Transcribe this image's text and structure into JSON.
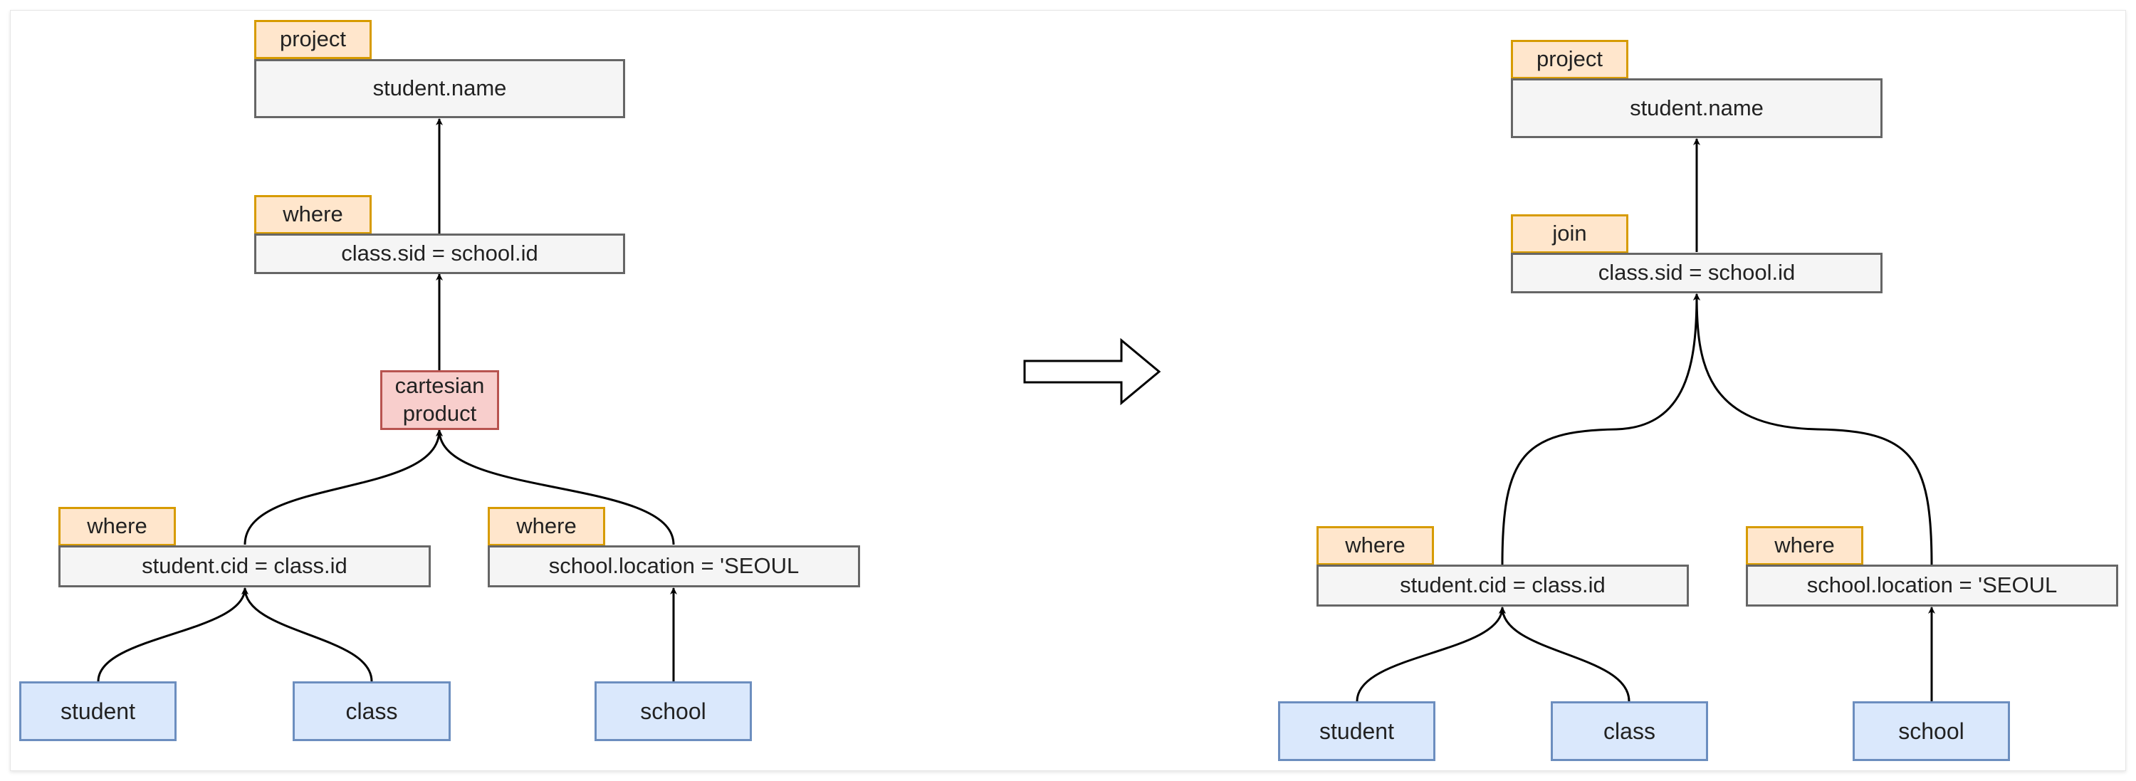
{
  "colors": {
    "tag_fill": "#ffe6cc",
    "tag_stroke": "#d79b00",
    "op_fill": "#f5f5f5",
    "op_stroke": "#666666",
    "table_fill": "#dae8fc",
    "table_stroke": "#6c8ebf",
    "product_fill": "#f8cecc",
    "product_stroke": "#b85450",
    "edge": "#000000"
  },
  "left_plan": {
    "project_tag": "project",
    "project_cols": "student.name",
    "where_tag": "where",
    "where_cond": "class.sid = school.id",
    "product_label": "cartesian product",
    "left_where_tag": "where",
    "left_where_cond": "student.cid = class.id",
    "right_where_tag": "where",
    "right_where_cond": "school.location = 'SEOUL",
    "table_student": "student",
    "table_class": "class",
    "table_school": "school"
  },
  "right_plan": {
    "project_tag": "project",
    "project_cols": "student.name",
    "join_tag": "join",
    "join_cond": "class.sid = school.id",
    "left_where_tag": "where",
    "left_where_cond": "student.cid = class.id",
    "right_where_tag": "where",
    "right_where_cond": "school.location = 'SEOUL",
    "table_student": "student",
    "table_class": "class",
    "table_school": "school"
  }
}
